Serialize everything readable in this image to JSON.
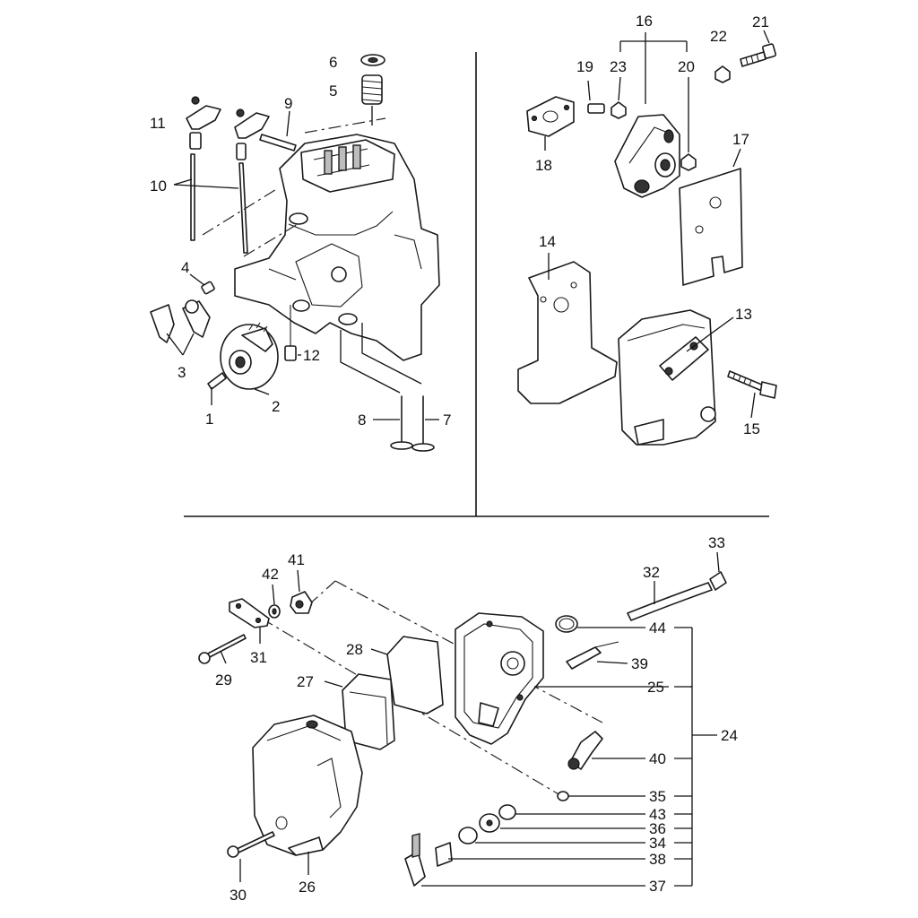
{
  "callouts": {
    "c1": "1",
    "c2": "2",
    "c3": "3",
    "c4": "4",
    "c5": "5",
    "c6": "6",
    "c7": "7",
    "c8": "8",
    "c9": "9",
    "c10": "10",
    "c11": "11",
    "c12": "12",
    "c13": "13",
    "c14": "14",
    "c15": "15",
    "c16": "16",
    "c17": "17",
    "c18": "18",
    "c19": "19",
    "c20": "20",
    "c21": "21",
    "c22": "22",
    "c23": "23",
    "c24": "24",
    "c25": "25",
    "c26": "26",
    "c27": "27",
    "c28": "28",
    "c29": "29",
    "c30": "30",
    "c31": "31",
    "c32": "32",
    "c33": "33",
    "c34": "34",
    "c35": "35",
    "c36": "36",
    "c37": "37",
    "c38": "38",
    "c39": "39",
    "c40": "40",
    "c41": "41",
    "c42": "42",
    "c43": "43",
    "c44": "44"
  },
  "colors": {
    "line": "#1a1a1a",
    "background": "#ffffff"
  }
}
